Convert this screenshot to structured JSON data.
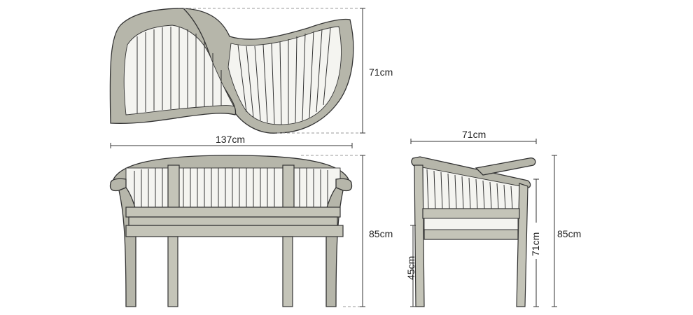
{
  "dimensions": {
    "top_depth": "71cm",
    "front_width": "137cm",
    "front_height": "85cm",
    "side_depth": "71cm",
    "side_seat_height": "45cm",
    "side_back_height": "71cm",
    "side_total_height": "85cm"
  }
}
